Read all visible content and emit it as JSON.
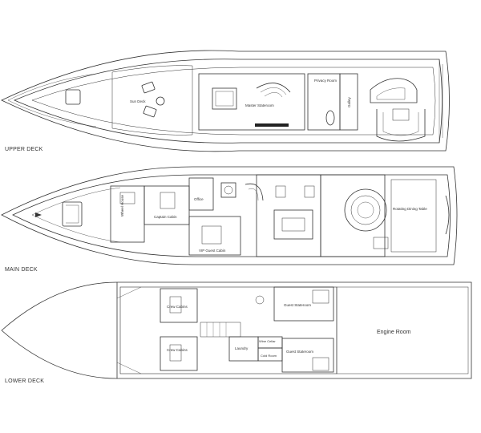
{
  "colors": {
    "line": "#333333",
    "background": "#ffffff",
    "dark": "#222222"
  },
  "decks": [
    {
      "id": "upper",
      "label": "UPPER DECK",
      "rooms": [
        {
          "id": "sun-deck",
          "label": "Sun Deck"
        },
        {
          "id": "master-stateroom",
          "label": "Master Stateroom"
        },
        {
          "id": "privacy-room",
          "label": "Privacy Room"
        },
        {
          "id": "galley",
          "label": "Galley"
        }
      ]
    },
    {
      "id": "main",
      "label": "MAIN DECK",
      "rooms": [
        {
          "id": "wheel-house",
          "label": "Wheel House"
        },
        {
          "id": "captain-cabin",
          "label": "Captain Cabin"
        },
        {
          "id": "office",
          "label": "Office"
        },
        {
          "id": "vip-guest-cabin",
          "label": "VIP Guest Cabin"
        },
        {
          "id": "rotating-dining-table",
          "label": "Rotating Dining Table"
        }
      ]
    },
    {
      "id": "lower",
      "label": "LOWER DECK",
      "rooms": [
        {
          "id": "crew-cabin-1",
          "label": "Crew Cabins"
        },
        {
          "id": "crew-cabin-2",
          "label": "Crew Cabins"
        },
        {
          "id": "guest-stateroom-1",
          "label": "Guest Stateroom"
        },
        {
          "id": "guest-stateroom-2",
          "label": "Guest Stateroom"
        },
        {
          "id": "laundry",
          "label": "Laundry"
        },
        {
          "id": "wine-cellar",
          "label": "Wine Cellar"
        },
        {
          "id": "cold-room",
          "label": "Cold Room"
        },
        {
          "id": "engine-room",
          "label": "Engine Room"
        }
      ]
    }
  ]
}
